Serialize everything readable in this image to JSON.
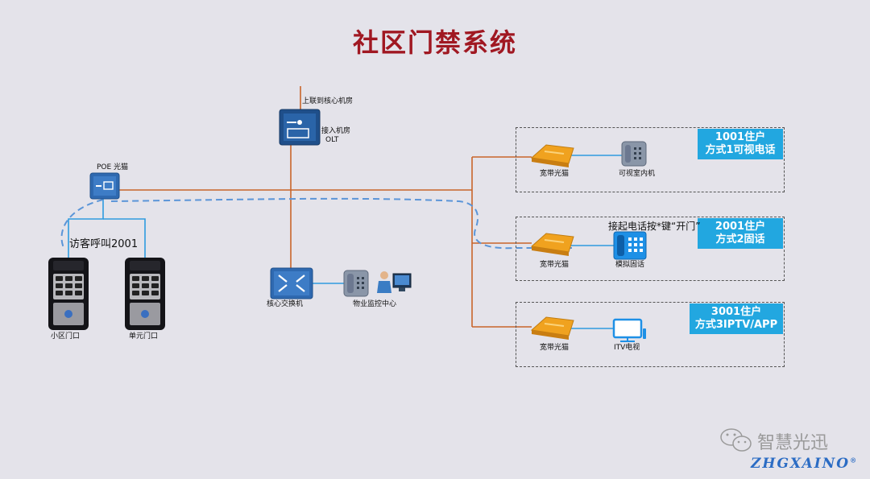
{
  "title": "社区门禁系统",
  "labels": {
    "uplink": "上联到核心机房",
    "access_room": "接入机房",
    "olt": "OLT",
    "poe_onu": "POE 光猫",
    "visitor_call": "访客呼叫2001",
    "community_gate": "小区门口",
    "unit_gate": "单元门口",
    "core_switch": "核心交换机",
    "property_center": "物业监控中心",
    "broadband_onu_1": "宽带光猫",
    "video_phone": "可视室内机",
    "broadband_onu_2": "宽带光猫",
    "analog_phone": "模拟固话",
    "broadband_onu_3": "宽带光猫",
    "itv": "ITV电视",
    "pickup_note": "接起电话按*键“开门”"
  },
  "residents": [
    {
      "line1": "1001住户",
      "line2": "方式1可视电话"
    },
    {
      "line1": "2001住户",
      "line2": "方式2固话"
    },
    {
      "line1": "3001住户",
      "line2": "方式3IPTV/APP"
    }
  ],
  "watermark": {
    "text": "智慧光迅",
    "brand": "ZHGXAINO",
    "reg": "®"
  },
  "colors": {
    "line": "#c8642a",
    "lan": "#2e9be0",
    "dashed_link": "#5b95d8",
    "badge": "#22a7e0",
    "title": "#a01822",
    "device_orange": "#f0a21f"
  }
}
